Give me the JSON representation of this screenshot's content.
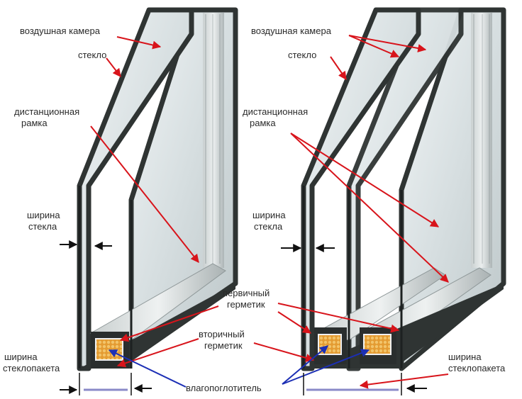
{
  "labels": {
    "air_chamber": "воздушная камера",
    "glass": "стекло",
    "spacer_frame_1": "дистанционная",
    "spacer_frame_2": "рамка",
    "glass_width_1": "ширина",
    "glass_width_2": "стекла",
    "primary_sealant_1": "первичный",
    "primary_sealant_2": "герметик",
    "secondary_sealant_1": "вторичный",
    "secondary_sealant_2": "герметик",
    "unit_width_1": "ширина",
    "unit_width_2": "стеклопакета",
    "desiccant": "влагопоглотитель"
  },
  "colors": {
    "arrow_red": "#d8141b",
    "arrow_blue": "#1c2fb5",
    "arrow_black": "#111111",
    "frame_dark": "#2f3433",
    "glass_tint": "#d9e1e3",
    "desiccant_fill": "#e8a33a",
    "dimension_line": "#8a8ac8"
  }
}
